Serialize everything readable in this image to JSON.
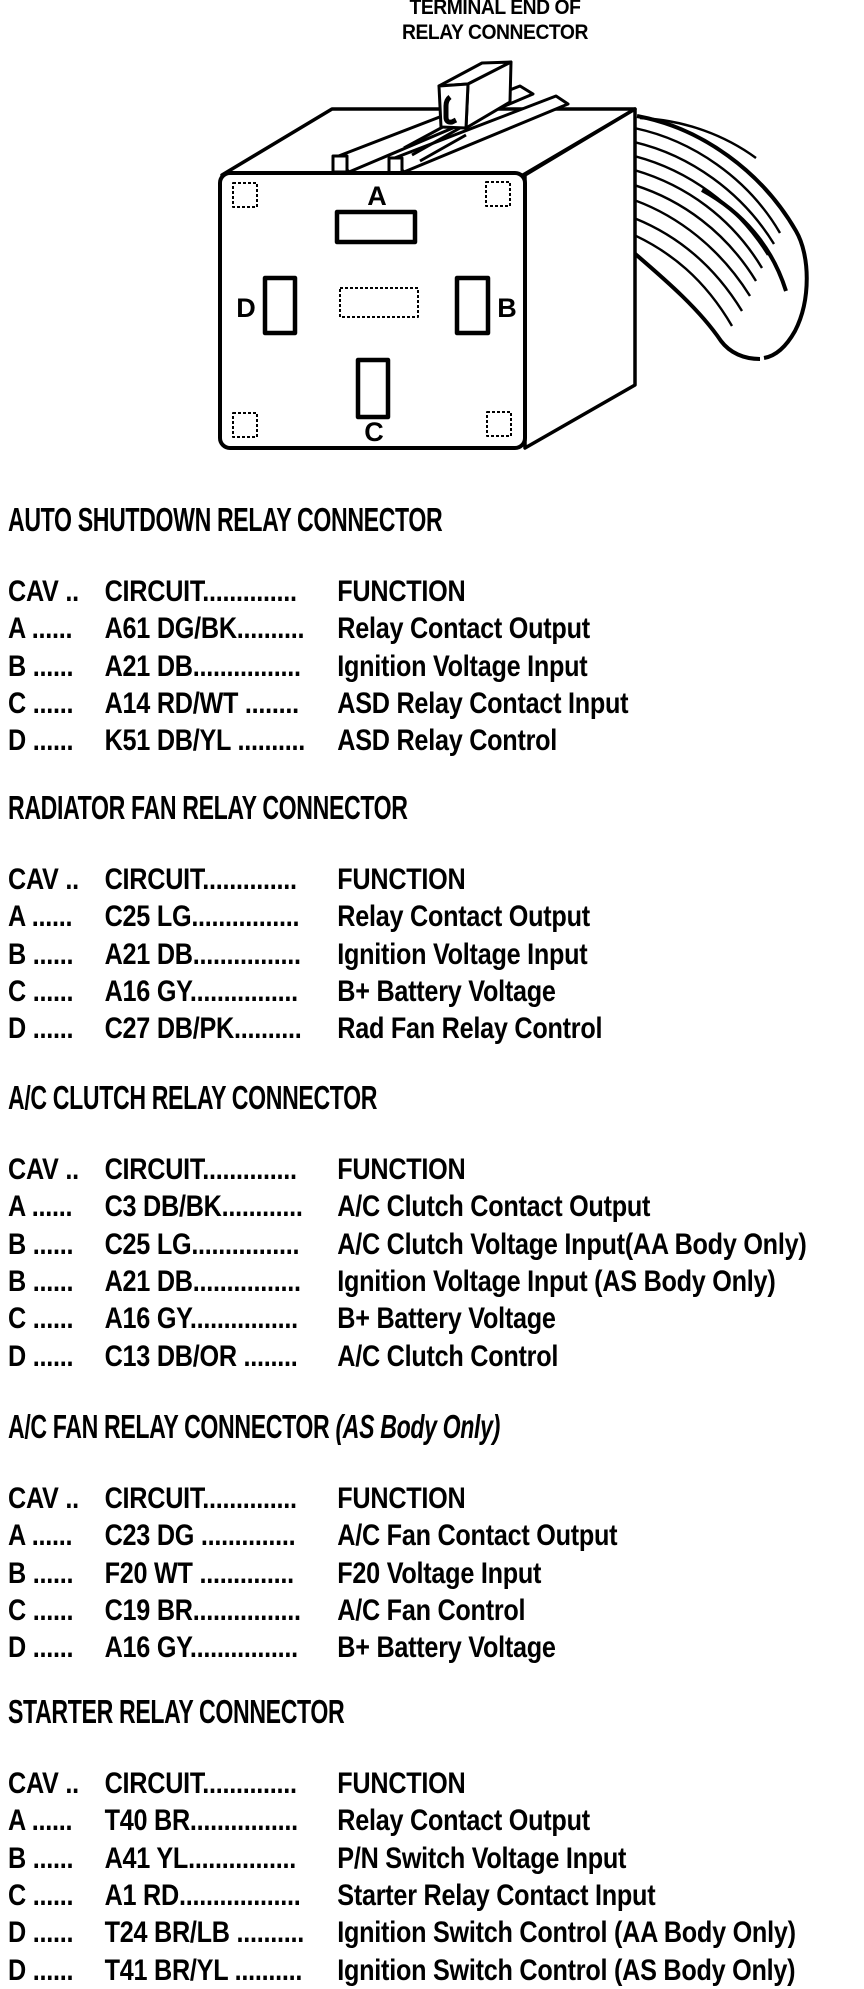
{
  "figure": {
    "title_line1": "TERMINAL END OF",
    "title_line2": "RELAY CONNECTOR",
    "terminal_labels": {
      "a": "A",
      "b": "B",
      "c": "C",
      "d": "D"
    }
  },
  "sections": [
    {
      "heading": "AUTO SHUTDOWN RELAY CONNECTOR",
      "heading_suffix": "",
      "header": {
        "cav": "CAV ..",
        "circuit": "CIRCUIT..............",
        "function": "FUNCTION"
      },
      "rows": [
        {
          "cav": "A ......",
          "circuit": "A61 DG/BK..........",
          "function": "Relay Contact Output"
        },
        {
          "cav": "B ......",
          "circuit": "A21 DB................",
          "function": "Ignition Voltage Input"
        },
        {
          "cav": "C ......",
          "circuit": "A14 RD/WT  ........",
          "function": "ASD Relay Contact Input"
        },
        {
          "cav": "D ......",
          "circuit": "K51 DB/YL ..........",
          "function": "ASD Relay Control"
        }
      ]
    },
    {
      "heading": "RADIATOR FAN RELAY CONNECTOR",
      "heading_suffix": "",
      "header": {
        "cav": "CAV ..",
        "circuit": "CIRCUIT..............",
        "function": "FUNCTION"
      },
      "rows": [
        {
          "cav": "A ......",
          "circuit": "C25 LG................",
          "function": "Relay Contact Output"
        },
        {
          "cav": "B ......",
          "circuit": "A21 DB................",
          "function": "Ignition Voltage Input"
        },
        {
          "cav": "C ......",
          "circuit": "A16 GY................",
          "function": "B+ Battery Voltage"
        },
        {
          "cav": "D ......",
          "circuit": "C27 DB/PK..........",
          "function": "Rad Fan Relay Control"
        }
      ]
    },
    {
      "heading": "A/C CLUTCH RELAY CONNECTOR",
      "heading_suffix": "",
      "header": {
        "cav": "CAV ..",
        "circuit": "CIRCUIT..............",
        "function": "FUNCTION"
      },
      "rows": [
        {
          "cav": "A ......",
          "circuit": "C3 DB/BK............",
          "function": "A/C Clutch Contact Output"
        },
        {
          "cav": "B ......",
          "circuit": "C25 LG................",
          "function": "A/C Clutch Voltage Input(AA Body Only)"
        },
        {
          "cav": "B ......",
          "circuit": "A21 DB................",
          "function": "Ignition Voltage Input (AS Body Only)"
        },
        {
          "cav": "C ......",
          "circuit": "A16 GY................",
          "function": "B+ Battery Voltage"
        },
        {
          "cav": "D ......",
          "circuit": "C13 DB/OR  ........",
          "function": "A/C Clutch Control"
        }
      ]
    },
    {
      "heading": "A/C FAN RELAY CONNECTOR",
      "heading_suffix": " (AS Body Only)",
      "header": {
        "cav": "CAV ..",
        "circuit": "CIRCUIT..............",
        "function": "FUNCTION"
      },
      "rows": [
        {
          "cav": "A ......",
          "circuit": "C23 DG  ..............",
          "function": "A/C Fan Contact Output"
        },
        {
          "cav": "B ......",
          "circuit": "F20 WT  ..............",
          "function": "F20 Voltage Input"
        },
        {
          "cav": "C ......",
          "circuit": "C19 BR................",
          "function": "A/C Fan Control"
        },
        {
          "cav": "D ......",
          "circuit": "A16 GY................",
          "function": "B+ Battery Voltage"
        }
      ]
    },
    {
      "heading": "STARTER RELAY CONNECTOR",
      "heading_suffix": "",
      "header": {
        "cav": "CAV ..",
        "circuit": "CIRCUIT..............",
        "function": "FUNCTION"
      },
      "rows": [
        {
          "cav": "A ......",
          "circuit": "T40 BR................",
          "function": "Relay Contact Output"
        },
        {
          "cav": "B ......",
          "circuit": "A41 YL................",
          "function": "P/N Switch Voltage Input"
        },
        {
          "cav": "C ......",
          "circuit": "A1 RD..................",
          "function": "Starter Relay Contact Input"
        },
        {
          "cav": "D ......",
          "circuit": "T24 BR/LB ..........",
          "function": "Ignition Switch Control (AA Body Only)"
        },
        {
          "cav": "D ......",
          "circuit": "T41 BR/YL ..........",
          "function": "Ignition Switch Control (AS Body Only)"
        }
      ]
    }
  ]
}
